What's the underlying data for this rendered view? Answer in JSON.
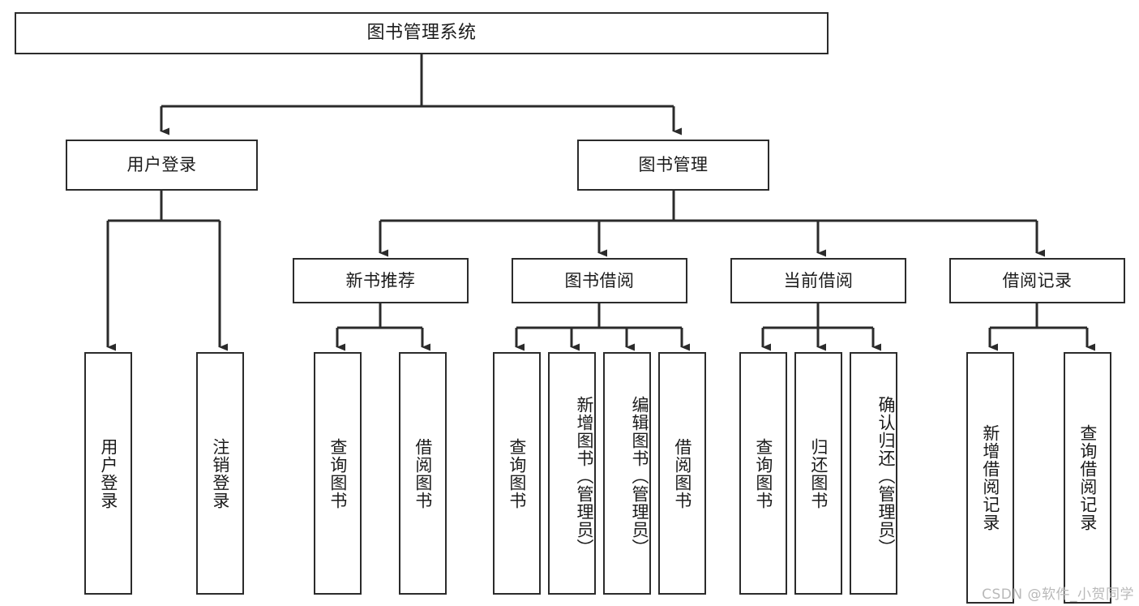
{
  "diagram": {
    "title": "图书管理系统",
    "watermark": "CSDN @软件_小贺同学",
    "line_color": "#2b2b2b",
    "box_fill": "#ffffff",
    "text_color": "#1b1b1b",
    "watermark_color": "#b9b9b9",
    "type": "tree-hierarchy",
    "root": {
      "label": "图书管理系统"
    },
    "level2": [
      {
        "label": "用户登录"
      },
      {
        "label": "图书管理"
      }
    ],
    "level3": [
      {
        "label": "新书推荐"
      },
      {
        "label": "图书借阅"
      },
      {
        "label": "当前借阅"
      },
      {
        "label": "借阅记录"
      }
    ],
    "leaves": {
      "user_login": [
        {
          "label": "用户登录"
        },
        {
          "label": "注销登录"
        }
      ],
      "new_book_recommend": [
        {
          "label": "查询图书"
        },
        {
          "label": "借阅图书"
        }
      ],
      "book_borrow": [
        {
          "label": "查询图书"
        },
        {
          "label": "新增图书（管理员）"
        },
        {
          "label": "编辑图书（管理员）"
        },
        {
          "label": "借阅图书"
        }
      ],
      "current_borrow": [
        {
          "label": "查询图书"
        },
        {
          "label": "归还图书"
        },
        {
          "label": "确认归还（管理员）"
        }
      ],
      "borrow_record": [
        {
          "label": "新增借阅记录"
        },
        {
          "label": "查询借阅记录"
        }
      ]
    }
  }
}
